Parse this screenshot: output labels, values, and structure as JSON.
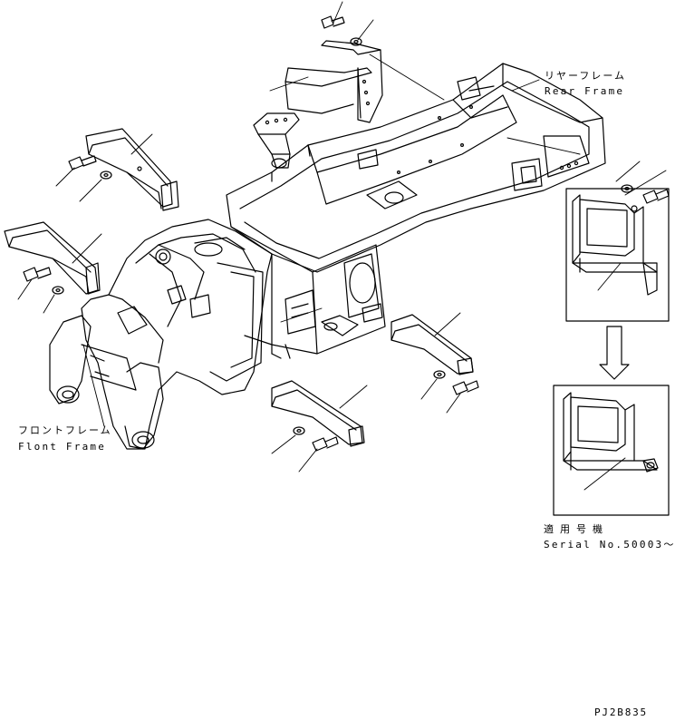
{
  "labels": {
    "rear_frame_jp": "リヤーフレーム",
    "rear_frame_en": "Rear Frame",
    "front_frame_jp": "フロントフレーム",
    "front_frame_en": "Flont Frame",
    "serial_jp": "適用号機",
    "serial_en": "Serial No.50003～",
    "drawing_code": "PJ2B835"
  },
  "icons": [
    "down-arrow-icon"
  ],
  "colors": {
    "line": "#000000",
    "background": "#ffffff"
  }
}
